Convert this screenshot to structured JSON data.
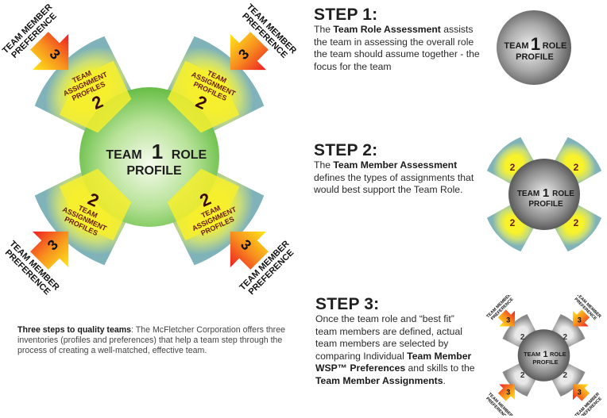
{
  "diagram": {
    "center": {
      "line1a": "TEAM",
      "number": "1",
      "line1b": "ROLE",
      "line2": "PROFILE"
    },
    "segment": {
      "number": "2",
      "line1": "TEAM",
      "line2": "ASSIGNMENT",
      "line3": "PROFILES"
    },
    "arrow": {
      "number": "3",
      "line1": "TEAM MEMBER",
      "line2": "PREFERENCE"
    },
    "colors": {
      "center_light": "#f4fbe8",
      "center_dark": "#6cc04a",
      "segment_yellow": "#f7f02a",
      "segment_teal": "#7fb4b8",
      "arrow_yellow": "#ffe21a",
      "arrow_orange": "#f7901e",
      "arrow_red": "#ee1c24",
      "segment_text": "#6b1a0c",
      "label_text": "#1a1a1a"
    }
  },
  "caption": {
    "bold": "Three steps to quality teams",
    "text": ":  The McFletcher Corporation offers three inventories (profiles and preferences) that help a team step through the process of creating a well-matched, effective team."
  },
  "steps": [
    {
      "title": "STEP 1:",
      "parts": [
        {
          "t": "The ",
          "b": false
        },
        {
          "t": "Team Role Assessment",
          "b": true
        },
        {
          "t": " assists the team in assessing the overall role the team should assume together - the focus for the team",
          "b": false
        }
      ]
    },
    {
      "title": "STEP 2:",
      "parts": [
        {
          "t": "The ",
          "b": false
        },
        {
          "t": "Team Member Assessment",
          "b": true
        },
        {
          "t": " defines the types of assignments that would best support the Team Role.",
          "b": false
        }
      ]
    },
    {
      "title": "STEP 3:",
      "parts": [
        {
          "t": "Once the team role and “best fit” team members are defined, actual team members are selected by comparing Individual ",
          "b": false
        },
        {
          "t": "Team Member WSP™ Preferences",
          "b": true
        },
        {
          "t": " and skills to the ",
          "b": false
        },
        {
          "t": "Team Member Assignments",
          "b": true
        },
        {
          "t": ".",
          "b": false
        }
      ]
    }
  ],
  "thumbnails": [
    {
      "line1a": "TEAM",
      "number": "1",
      "line1b": "ROLE",
      "line2": "PROFILE"
    },
    {
      "line1a": "TEAM",
      "number": "1",
      "line1b": "ROLE",
      "line2": "PROFILE"
    },
    {
      "line1a": "TEAM",
      "number": "1",
      "line1b": "ROLE",
      "line2": "PROFILE"
    }
  ]
}
